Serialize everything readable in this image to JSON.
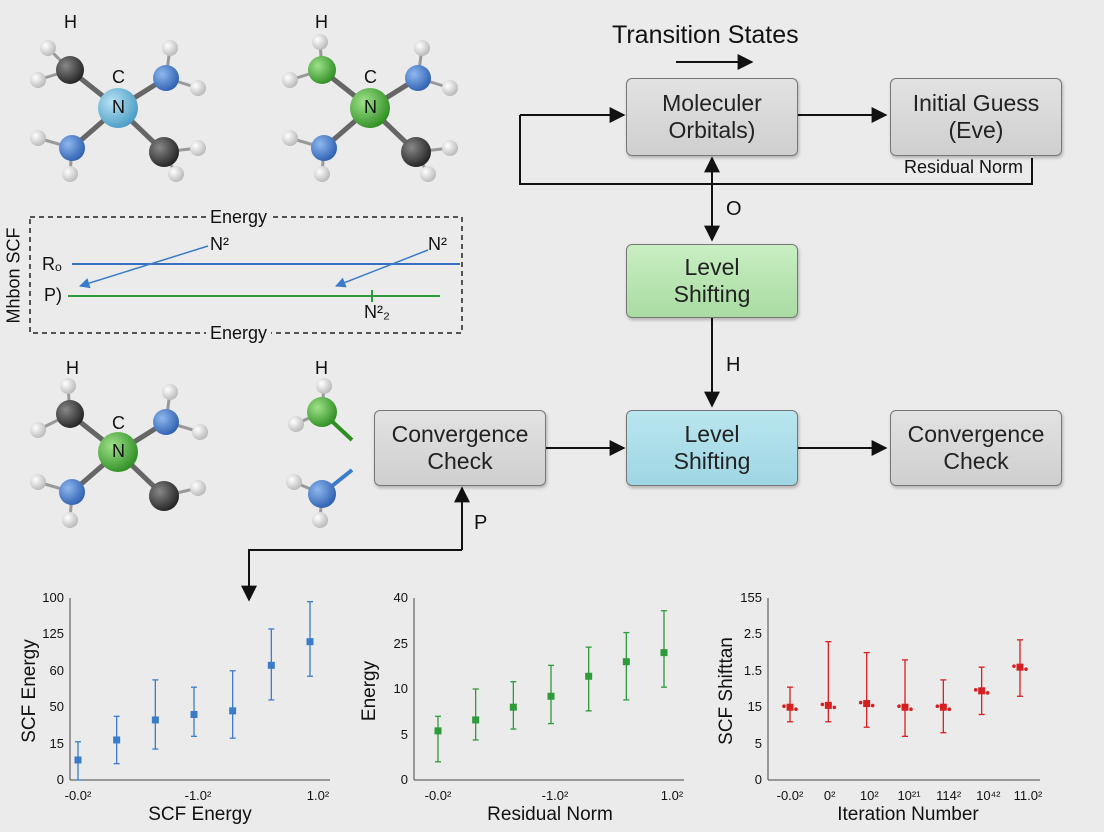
{
  "title": "Transition States",
  "boxes": {
    "molecular_orbitals": "Moleculer\nOrbitals)",
    "initial_guess": "Initial Guess\n(Eve)",
    "level_shifting_green": "Level\nShifting",
    "level_shifting_blue": "Level\nShifting",
    "convergence_check_left": "Convergence\nCheck",
    "convergence_check_right": "Convergence\nCheck"
  },
  "edge_labels": {
    "residual_norm": "Residual Norm",
    "o": "O",
    "h": "H",
    "p": "P"
  },
  "molecules": {
    "h": "H",
    "c": "C",
    "n": "N"
  },
  "energy_panel": {
    "side_label": "Mhbon SCF",
    "top_label": "Energy",
    "bottom_label": "Energy",
    "r_label": "Rₒ",
    "p_label": "P)",
    "n2_a": "N²",
    "n2_b": "N²",
    "n2_c": "N²₂"
  },
  "colors": {
    "blue_series": "#3a7cc9",
    "green_series": "#2e9a3a",
    "red_series": "#d42020"
  },
  "chart_data": [
    {
      "type": "scatter",
      "ylabel": "SCF Energy",
      "xlabel": "SCF Energy",
      "color": "#3a7cc9",
      "y_tick_labels": [
        "0",
        "15",
        "50",
        "60",
        "125",
        "100"
      ],
      "x_tick_labels": [
        "-0.0²",
        "-1.0²",
        "1.0²"
      ],
      "points": [
        {
          "y": 0.11,
          "lo": 0.0,
          "hi": 0.21
        },
        {
          "y": 0.22,
          "lo": 0.09,
          "hi": 0.35
        },
        {
          "y": 0.33,
          "lo": 0.17,
          "hi": 0.55
        },
        {
          "y": 0.36,
          "lo": 0.24,
          "hi": 0.51
        },
        {
          "y": 0.38,
          "lo": 0.23,
          "hi": 0.6
        },
        {
          "y": 0.63,
          "lo": 0.44,
          "hi": 0.83
        },
        {
          "y": 0.76,
          "lo": 0.57,
          "hi": 0.98
        }
      ]
    },
    {
      "type": "scatter",
      "ylabel": "Energy",
      "xlabel": "Residual Norm",
      "color": "#2e9a3a",
      "y_tick_labels": [
        "0",
        "5",
        "10",
        "25",
        "40"
      ],
      "x_tick_labels": [
        "-0.0²",
        "-1.0²",
        "1.0²"
      ],
      "points": [
        {
          "y": 0.27,
          "lo": 0.1,
          "hi": 0.35
        },
        {
          "y": 0.33,
          "lo": 0.22,
          "hi": 0.5
        },
        {
          "y": 0.4,
          "lo": 0.28,
          "hi": 0.54
        },
        {
          "y": 0.46,
          "lo": 0.31,
          "hi": 0.63
        },
        {
          "y": 0.57,
          "lo": 0.38,
          "hi": 0.73
        },
        {
          "y": 0.65,
          "lo": 0.44,
          "hi": 0.81
        },
        {
          "y": 0.7,
          "lo": 0.51,
          "hi": 0.93
        }
      ]
    },
    {
      "type": "scatter",
      "ylabel": "SCF Shifttan",
      "xlabel": "Iteration Number",
      "color": "#d42020",
      "y_tick_labels": [
        "0",
        "5",
        "15",
        "1.5",
        "2.5",
        "155"
      ],
      "x_tick_labels": [
        "-0.0²",
        "0²",
        "10²",
        "10²¹",
        "114²",
        "10⁴²",
        "11.0²"
      ],
      "points": [
        {
          "y": 0.4,
          "lo": 0.32,
          "hi": 0.51
        },
        {
          "y": 0.41,
          "lo": 0.32,
          "hi": 0.76
        },
        {
          "y": 0.42,
          "lo": 0.29,
          "hi": 0.7
        },
        {
          "y": 0.4,
          "lo": 0.24,
          "hi": 0.66
        },
        {
          "y": 0.4,
          "lo": 0.26,
          "hi": 0.55
        },
        {
          "y": 0.49,
          "lo": 0.36,
          "hi": 0.62
        },
        {
          "y": 0.62,
          "lo": 0.46,
          "hi": 0.77
        }
      ]
    }
  ]
}
